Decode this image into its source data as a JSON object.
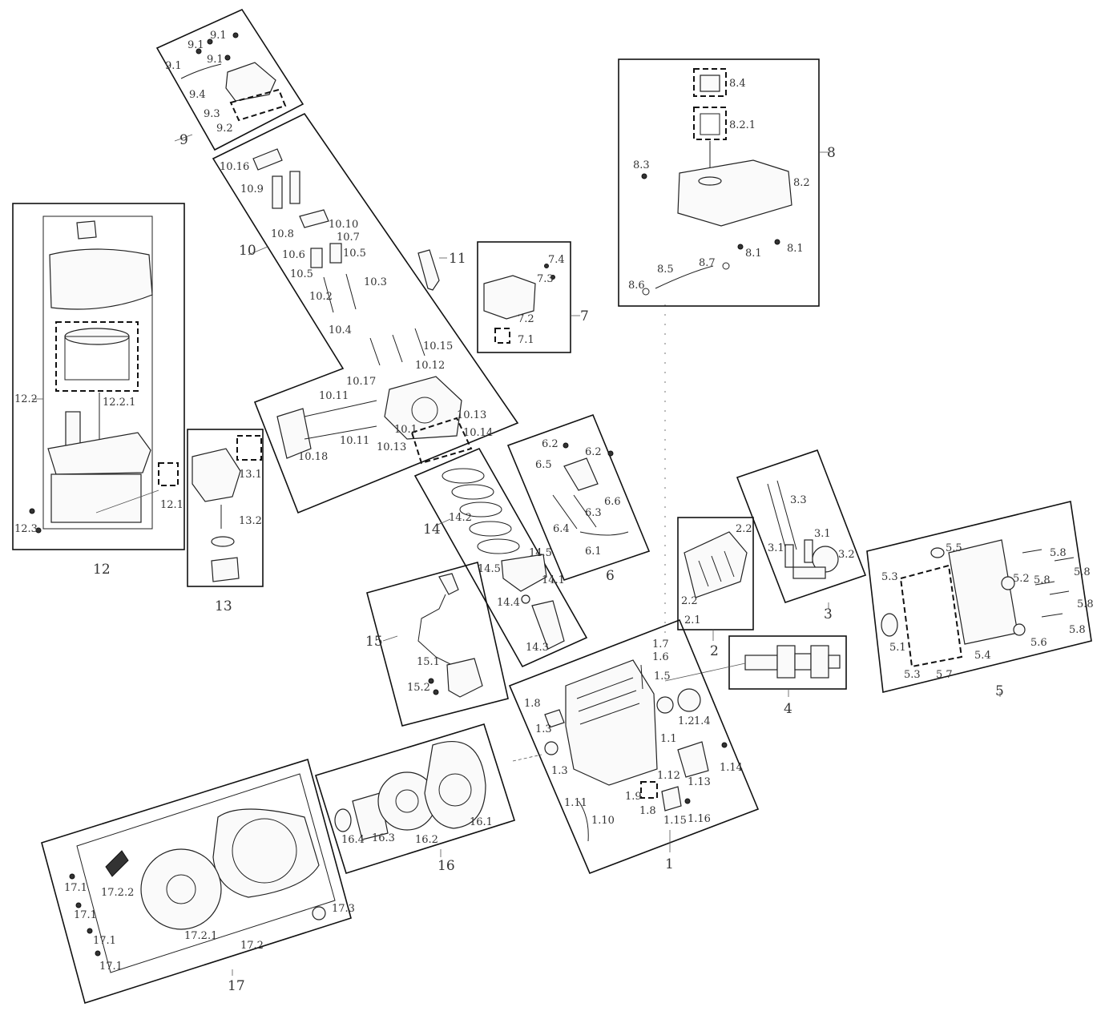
{
  "groups": {
    "g1": "1",
    "g2": "2",
    "g3": "3",
    "g4": "4",
    "g5": "5",
    "g6": "6",
    "g7": "7",
    "g8": "8",
    "g9": "9",
    "g10": "10",
    "g11": "11",
    "g12": "12",
    "g13": "13",
    "g14": "14",
    "g15": "15",
    "g16": "16",
    "g17": "17"
  },
  "parts": {
    "p9_1": "9.1",
    "p9_2": "9.2",
    "p9_3": "9.3",
    "p9_4": "9.4",
    "p10_1": "10.1",
    "p10_2": "10.2",
    "p10_3": "10.3",
    "p10_4": "10.4",
    "p10_5": "10.5",
    "p10_6": "10.6",
    "p10_7": "10.7",
    "p10_8": "10.8",
    "p10_9": "10.9",
    "p10_10": "10.10",
    "p10_11": "10.11",
    "p10_12": "10.12",
    "p10_13": "10.13",
    "p10_14": "10.14",
    "p10_15": "10.15",
    "p10_16": "10.16",
    "p10_17": "10.17",
    "p10_18": "10.18",
    "p12_1": "12.1",
    "p12_2": "12.2",
    "p12_2_1": "12.2.1",
    "p12_3": "12.3",
    "p13_1": "13.1",
    "p13_2": "13.2",
    "p14_1": "14.1",
    "p14_2": "14.2",
    "p14_3": "14.3",
    "p14_4": "14.4",
    "p14_5": "14.5",
    "p15_1": "15.1",
    "p15_2": "15.2",
    "p16_1": "16.1",
    "p16_2": "16.2",
    "p16_3": "16.3",
    "p16_4": "16.4",
    "p17_1": "17.1",
    "p17_2": "17.2",
    "p17_2_1": "17.2.1",
    "p17_2_2": "17.2.2",
    "p17_3": "17.3",
    "p7_1": "7.1",
    "p7_2": "7.2",
    "p7_3": "7.3",
    "p7_4": "7.4",
    "p8_1": "8.1",
    "p8_2": "8.2",
    "p8_2_1": "8.2.1",
    "p8_3": "8.3",
    "p8_4": "8.4",
    "p8_5": "8.5",
    "p8_6": "8.6",
    "p8_7": "8.7",
    "p6_1": "6.1",
    "p6_2": "6.2",
    "p6_3": "6.3",
    "p6_4": "6.4",
    "p6_5": "6.5",
    "p6_6": "6.6",
    "p2_1": "2.1",
    "p2_2": "2.2",
    "p3_1": "3.1",
    "p3_2": "3.2",
    "p3_3": "3.3",
    "p5_1": "5.1",
    "p5_2": "5.2",
    "p5_3": "5.3",
    "p5_4": "5.4",
    "p5_5": "5.5",
    "p5_6": "5.6",
    "p5_7": "5.7",
    "p5_8": "5.8",
    "p1_1": "1.1",
    "p1_2": "1.2",
    "p1_3": "1.3",
    "p1_4": "1.4",
    "p1_5": "1.5",
    "p1_6": "1.6",
    "p1_7": "1.7",
    "p1_8": "1.8",
    "p1_9": "1.9",
    "p1_10": "1.10",
    "p1_11": "1.11",
    "p1_12": "1.12",
    "p1_13": "1.13",
    "p1_14": "1.14",
    "p1_15": "1.15",
    "p1_16": "1.16"
  }
}
